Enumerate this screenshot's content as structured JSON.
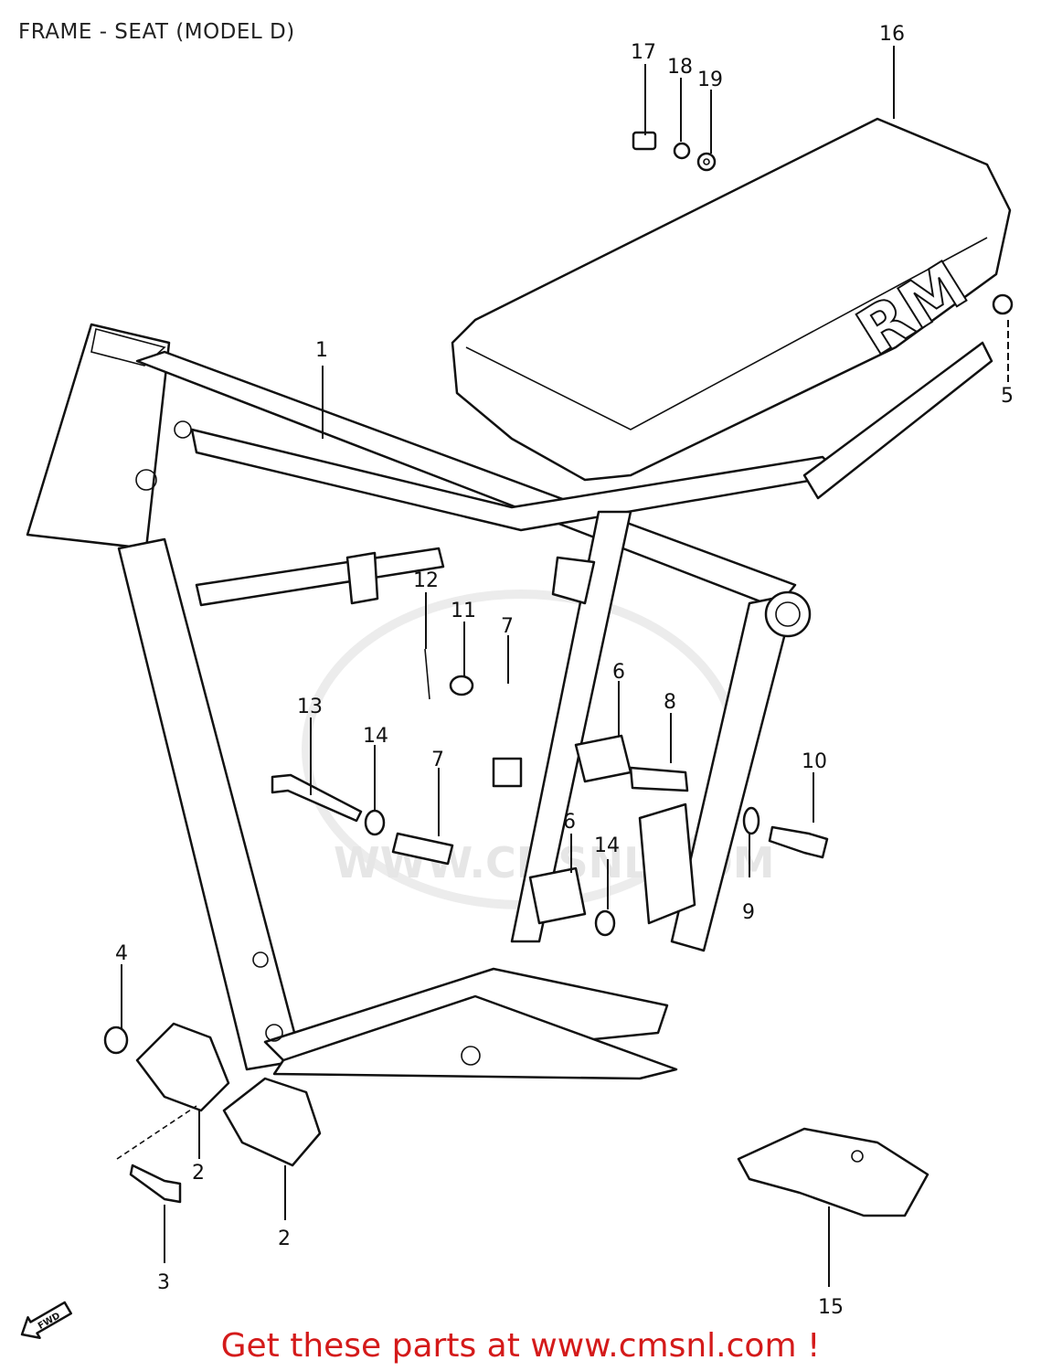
{
  "title": "FRAME - SEAT (MODEL D)",
  "seat_logo": "RM",
  "watermark": "WWW.CMSNL.COM",
  "fwd_label": "FWD",
  "footer": "Get these parts at www.cmsnl.com !",
  "callouts": [
    "1",
    "2",
    "2",
    "3",
    "4",
    "5",
    "6",
    "6",
    "7",
    "7",
    "8",
    "9",
    "10",
    "11",
    "12",
    "13",
    "14",
    "14",
    "15",
    "16",
    "17",
    "18",
    "19"
  ]
}
